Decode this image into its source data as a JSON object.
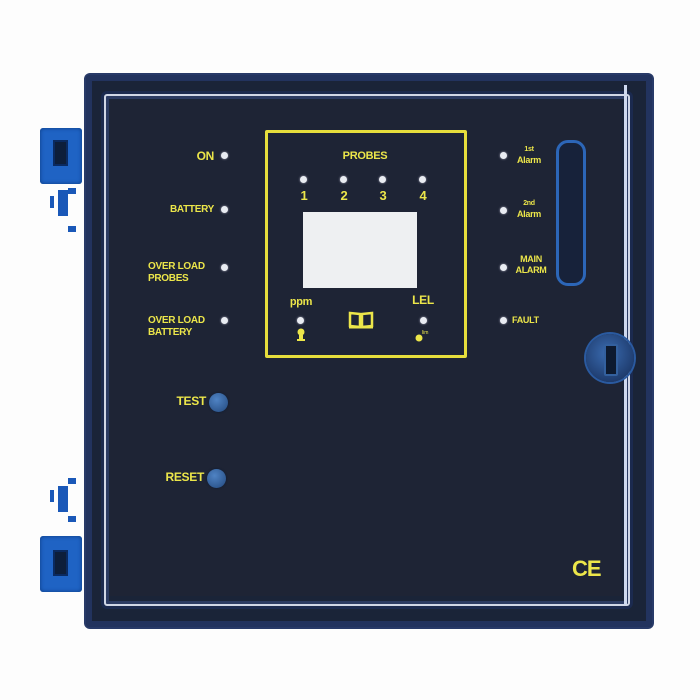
{
  "device": {
    "type": "gas detection control panel",
    "colors": {
      "panel": "#1e2435",
      "label": "#ece64a",
      "led": "#e9ecf2",
      "button": "#3a6bb0",
      "hinge": "#1f63c4"
    }
  },
  "left_indicators": [
    {
      "label": "ON"
    },
    {
      "label": "BATTERY"
    },
    {
      "label": "OVER LOAD PROBES",
      "line1": "OVER LOAD",
      "line2": "PROBES"
    },
    {
      "label": "OVER LOAD BATTERY",
      "line1": "OVER LOAD",
      "line2": "BATTERY"
    }
  ],
  "buttons": {
    "test": "TEST",
    "reset": "RESET"
  },
  "probes": {
    "title": "PROBES",
    "numbers": [
      "1",
      "2",
      "3",
      "4"
    ],
    "unit_left": "ppm",
    "unit_right": "LEL",
    "book_icon": "manual-book-icon"
  },
  "right_indicators": [
    {
      "line1": "1st",
      "line2": "Alarm"
    },
    {
      "line1": "2nd",
      "line2": "Alarm"
    },
    {
      "line1": "MAIN",
      "line2": "ALARM"
    },
    {
      "line1": "FAULT",
      "line2": ""
    }
  ],
  "mark": "CE"
}
